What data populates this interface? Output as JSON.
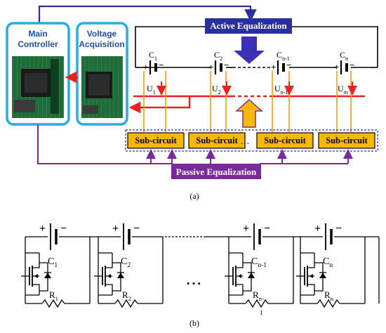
{
  "part_a": {
    "main_controller": {
      "line1": "Main",
      "line2": "Controller"
    },
    "voltage_acquisition": {
      "line1": "Voltage",
      "line2": "Acquisition"
    },
    "active_equalization": "Active Equalization",
    "passive_equalization": "Passive Equalization",
    "cells": [
      {
        "name": "C",
        "sub": "1",
        "volt": "U",
        "vsub": "1"
      },
      {
        "name": "C",
        "sub": "2",
        "volt": "U",
        "vsub": "2"
      },
      {
        "name": "C",
        "sub": "n-1",
        "volt": "U",
        "vsub": "n-1"
      },
      {
        "name": "C",
        "sub": "n",
        "volt": "U",
        "vsub": "m"
      }
    ],
    "sub_circuits": [
      "Sub-circuit",
      "Sub-circuit",
      "Sub-circuit",
      "Sub-circuit"
    ],
    "sub_dots": "…",
    "caption": "(a)"
  },
  "part_b": {
    "cells": [
      {
        "name": "C",
        "sub": "1",
        "res": "R",
        "rsub": "1"
      },
      {
        "name": "C",
        "sub": "2",
        "res": "R",
        "rsub": "2"
      },
      {
        "name": "C",
        "sub": "n-1",
        "res": "R",
        "rsub": "n-",
        "rsub2": "1"
      },
      {
        "name": "C",
        "sub": "n",
        "res": "R",
        "rsub": "n"
      }
    ],
    "dots": "•  •  •",
    "caption": "(b)"
  },
  "colors": {
    "panel_border": "#29abe2",
    "banner_active": "#2a2f9e",
    "banner_passive": "#7b2a9e",
    "sub_fill": "#f6b800",
    "red_line": "#e8231f",
    "orange_wire": "#f0a000",
    "purple_wire": "#7b2a9e",
    "blue_wire": "#2a2f9e"
  }
}
